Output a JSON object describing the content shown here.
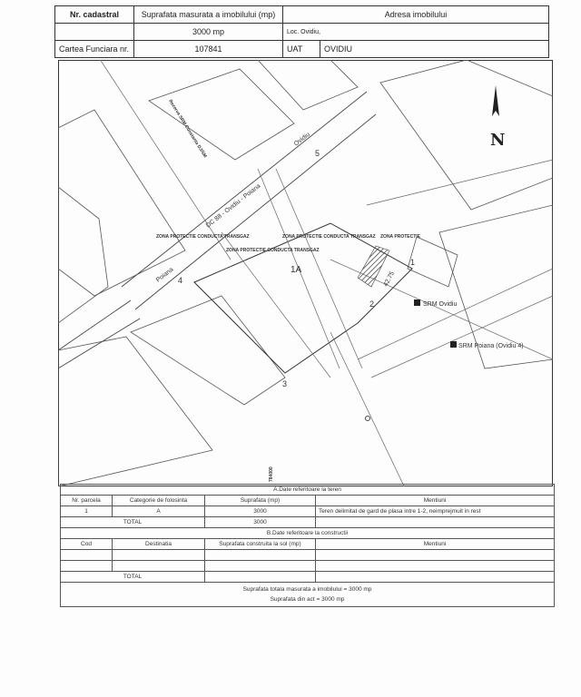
{
  "header": {
    "nr_cadastral_label": "Nr. cadastral",
    "suprafata_label": "Suprafata masurata a imobilului (mp)",
    "suprafata_value": "3000 mp",
    "adresa_label": "Adresa imobilului",
    "adresa_value": "Loc. Ovidiu,",
    "cf_label": "Cartea Funciara nr.",
    "cf_value": "107841",
    "uat_label": "UAT",
    "uat_value": "OVIDIU"
  },
  "map": {
    "north": "N",
    "road1": "Ovidiu",
    "road2": "DC 88 - Ovidiu - Poiana",
    "road3": "Poiana",
    "rezerva": "Rezerva SRM Constanta DJ/SM",
    "zona1": "ZONA PROTECTIE CONDUCTA TRANSGAZ",
    "zona2": "ZONA PROTECTIE CONDUCTA TRANSGAZ",
    "zona3": "ZONA PROTECTIE CONDUCTA TRANSGAZ",
    "zona4": "ZONA PROTECTIE",
    "dim1": "42.75",
    "v1": "1",
    "v2": "2",
    "v3": "3",
    "v4": "4",
    "v5": "5",
    "parcel": "1A",
    "srm1": "SRM Ovidiu",
    "srm2": "SRM Poiana (Ovidiu 4)",
    "coord": "784000"
  },
  "tableA": {
    "title": "A.Date referitoare la teren",
    "h_nr": "Nr. parcela",
    "h_cat": "Categorie de folosinta",
    "h_supr": "Suprafata (mp)",
    "h_ment": "Mentiuni",
    "row_nr": "1",
    "row_cat": "A",
    "row_supr": "3000",
    "row_ment": "Teren delimitat de gard de plasa intre 1-2, neimprejmuit in rest",
    "total_label": "TOTAL",
    "total_value": "3000"
  },
  "tableB": {
    "title": "B.Date referitoare la constructii",
    "h_cod": "Cod",
    "h_dest": "Destinatia",
    "h_supr": "Suprafata construita la sol (mp)",
    "h_ment": "Mentiuni",
    "total_label": "TOTAL"
  },
  "footer": {
    "line1": "Suprafata totala masurata a imobilului = 3000 mp",
    "line2": "Suprafata din act = 3000 mp"
  }
}
